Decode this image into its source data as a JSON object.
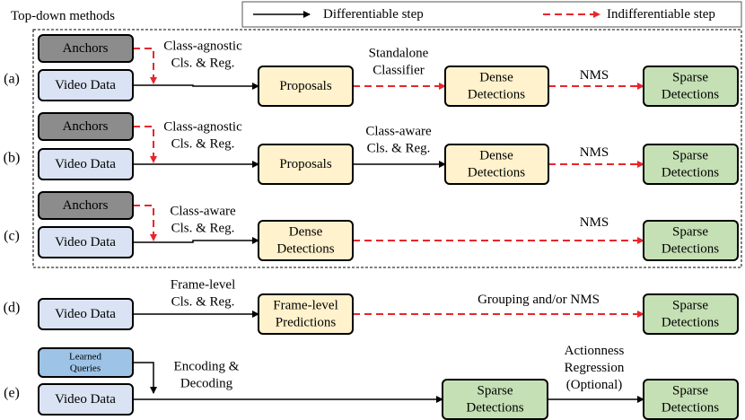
{
  "title": "Top-down methods",
  "legend": {
    "solid": "Differentiable step",
    "dashed": "Indifferentiable step"
  },
  "colors": {
    "anchor": "#8c8c8c",
    "video": "#dae3f3",
    "learned": "#9dc3e6",
    "proposal": "#fff2cc",
    "sparse": "#c5e0b4",
    "dashed": "#e8262b",
    "solid": "#000000"
  },
  "rows": [
    {
      "label": "(a)",
      "anchors": "Anchors",
      "input": "Video Data",
      "step1": [
        "Class-agnostic",
        "Cls. & Reg."
      ],
      "mid": [
        "Proposals"
      ],
      "step2": [
        "Standalone",
        "Classifier"
      ],
      "dense": [
        "Dense",
        "Detections"
      ],
      "step3": [
        "NMS"
      ],
      "out": [
        "Sparse",
        "Detections"
      ]
    },
    {
      "label": "(b)",
      "anchors": "Anchors",
      "input": "Video Data",
      "step1": [
        "Class-agnostic",
        "Cls. & Reg."
      ],
      "mid": [
        "Proposals"
      ],
      "step2": [
        "Class-aware",
        "Cls. & Reg."
      ],
      "dense": [
        "Dense",
        "Detections"
      ],
      "step3": [
        "NMS"
      ],
      "out": [
        "Sparse",
        "Detections"
      ]
    },
    {
      "label": "(c)",
      "anchors": "Anchors",
      "input": "Video Data",
      "step1": [
        "Class-aware",
        "Cls. & Reg."
      ],
      "mid": [
        "Dense",
        "Detections"
      ],
      "step3": [
        "NMS"
      ],
      "out": [
        "Sparse",
        "Detections"
      ]
    },
    {
      "label": "(d)",
      "input": "Video Data",
      "step1": [
        "Frame-level",
        "Cls. & Reg."
      ],
      "mid": [
        "Frame-level",
        "Predictions"
      ],
      "step3": [
        "Grouping and/or NMS"
      ],
      "out": [
        "Sparse",
        "Detections"
      ]
    },
    {
      "label": "(e)",
      "queries": [
        "Learned",
        "Queries"
      ],
      "input": "Video Data",
      "step1": [
        "Encoding &",
        "Decoding"
      ],
      "mid": [
        "Sparse",
        "Detections"
      ],
      "step3": [
        "Actionness",
        "Regression",
        "(Optional)"
      ],
      "out": [
        "Sparse",
        "Detections"
      ]
    }
  ]
}
